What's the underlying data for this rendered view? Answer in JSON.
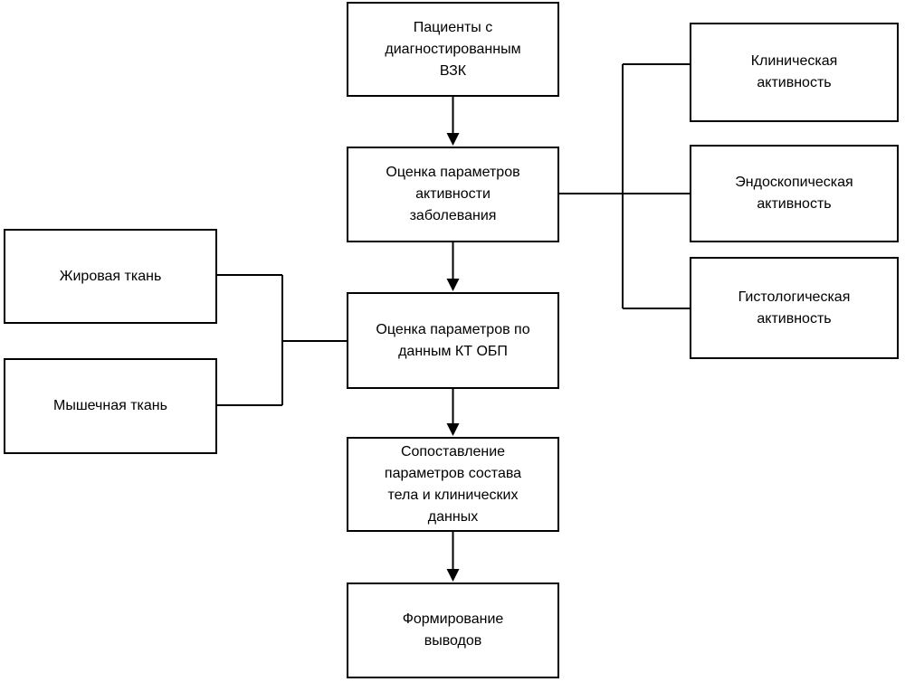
{
  "diagram": {
    "background_color": "#ffffff",
    "line_color": "#000000",
    "nodes": {
      "patients": {
        "label": "Пациенты с\nдиагностированным\nВЗК"
      },
      "activity": {
        "label": "Оценка параметров\nактивности\nзаболевания"
      },
      "clinical": {
        "label": "Клиническая\nактивность"
      },
      "endoscopic": {
        "label": "Эндоскопическая\nактивность"
      },
      "histological": {
        "label": "Гистологическая\nактивность"
      },
      "ct": {
        "label": "Оценка параметров по\nданным КТ ОБП"
      },
      "fat": {
        "label": "Жировая ткань"
      },
      "muscle": {
        "label": "Мышечная ткань"
      },
      "comparison": {
        "label": "Сопоставление\nпараметров состава\nтела и клинических\nданных"
      },
      "conclusions": {
        "label": "Формирование\nвыводов"
      }
    },
    "edges": [
      "patients -> activity (arrow)",
      "activity -> ct (arrow)",
      "ct -> comparison (arrow)",
      "comparison -> conclusions (arrow)",
      "activity - clinical (elbow line)",
      "activity - endoscopic (line)",
      "activity - histological (elbow line)",
      "fat - ct (elbow line)",
      "muscle - ct (elbow line)"
    ]
  }
}
